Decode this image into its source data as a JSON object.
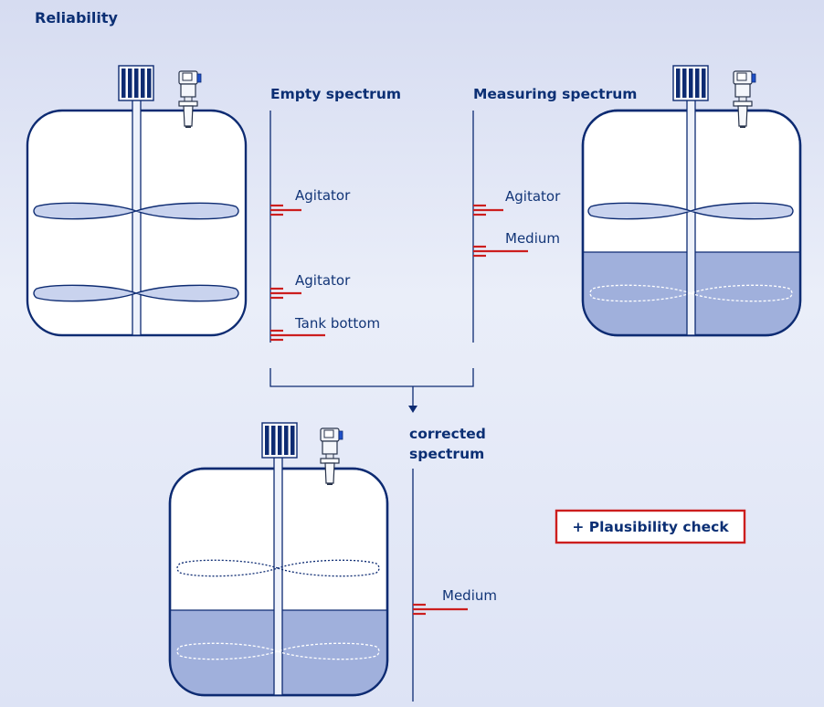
{
  "title": "Reliability",
  "panels": {
    "empty": {
      "heading": "Empty spectrum",
      "echoes": [
        "Agitator",
        "Agitator",
        "Tank bottom"
      ]
    },
    "measuring": {
      "heading": "Measuring spectrum",
      "echoes": [
        "Agitator",
        "Medium"
      ]
    },
    "corrected": {
      "heading_line1": "corrected",
      "heading_line2": "spectrum",
      "echoes": [
        "Medium"
      ]
    }
  },
  "plausibility": {
    "label": "+ Plausibility check",
    "border_color": "#cc1e1e"
  },
  "colors": {
    "text": "#0b2f74",
    "outline": "#0d2b72",
    "echo": "#cc1e1e",
    "medium": "#a0b0dc"
  },
  "icons": [
    "agitator-motor-icon",
    "radar-sensor-icon"
  ]
}
